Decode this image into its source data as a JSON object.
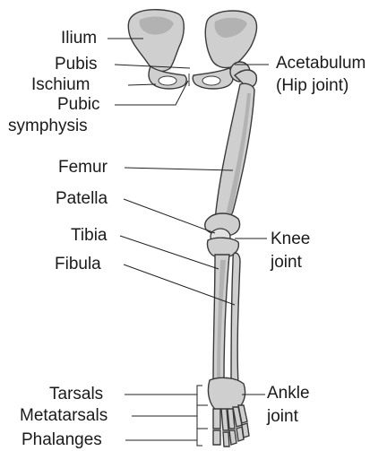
{
  "labels": {
    "ilium": "Ilium",
    "pubis": "Pubis",
    "ischium": "Ischium",
    "pubic_symphysis_1": "Pubic",
    "pubic_symphysis_2": "symphysis",
    "femur": "Femur",
    "patella": "Patella",
    "tibia": "Tibia",
    "fibula": "Fibula",
    "tarsals": "Tarsals",
    "metatarsals": "Metatarsals",
    "phalanges": "Phalanges",
    "acetabulum_1": "Acetabulum",
    "acetabulum_2": "(Hip joint)",
    "knee_1": "Knee",
    "knee_2": "joint",
    "ankle_1": "Ankle",
    "ankle_2": "joint"
  },
  "colors": {
    "bone_fill": "#cfcfcf",
    "bone_outline": "#3a3a3a",
    "text": "#1a1a1a"
  }
}
